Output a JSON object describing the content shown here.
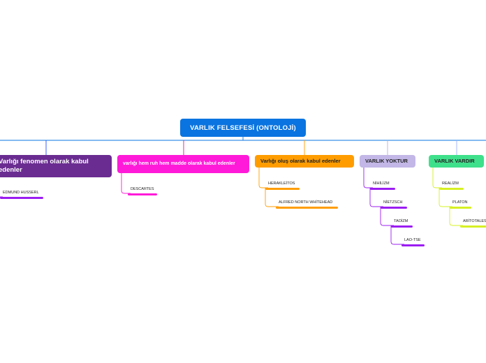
{
  "root": {
    "label": "VARLIK FELSEFESİ (ONTOLOJİ)",
    "color": "#0a74e0"
  },
  "topics": [
    {
      "label": "Varlığı fenomen olarak kabul edenler",
      "color": "#6a2c91",
      "line_color": "#1f4fff",
      "children": [
        {
          "label": "EDMUND HUSSERL",
          "color": "#9b1df2"
        }
      ]
    },
    {
      "label": "varlığı hem ruh hem madde olarak kabul edenler",
      "color": "#ff1ad9",
      "line_color": "#e0169d",
      "children": [
        {
          "label": "DESCARTES",
          "color": "#ff1ad9"
        }
      ]
    },
    {
      "label": "Varlığı oluş olarak kabul edenler",
      "color": "#ff9d00",
      "line_color": "#ff9d00",
      "children": [
        {
          "label": "HERAKLEİTOS",
          "color": "#ff9d00"
        },
        {
          "label": "ALFRED NORTH WHİTEHEAD",
          "color": "#ff9d00"
        }
      ]
    },
    {
      "label": "VARLIK YOKTUR",
      "color": "#c2b7e6",
      "line_color": "#b9aee6",
      "children": [
        {
          "label": "NİHİLİZM",
          "color": "#9b1df2"
        },
        {
          "label": "NİETZSCH",
          "color": "#9b1df2"
        },
        {
          "label": "TAOİZM",
          "color": "#9b1df2"
        },
        {
          "label": "LAO-TSE",
          "color": "#9b1df2"
        }
      ]
    },
    {
      "label": "VARLIK VARDIR",
      "color": "#3fe08b",
      "line_color": "#9bb3ff",
      "children": [
        {
          "label": "REALİZM",
          "color": "#d6f022"
        },
        {
          "label": "PLATON",
          "color": "#d6f022"
        },
        {
          "label": "ARİTOTALES",
          "color": "#d6f022"
        }
      ]
    }
  ]
}
